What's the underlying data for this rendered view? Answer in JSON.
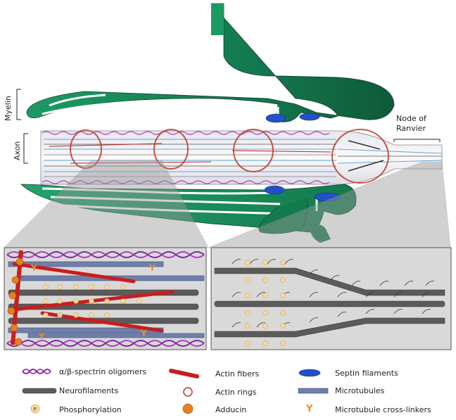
{
  "labels": {
    "myelin": "Myelin",
    "axon": "Axon",
    "node_line1": "Node of",
    "node_line2": "Ranvier"
  },
  "legend": [
    {
      "name": "spectrin",
      "label": "α/β-spectrin oligomers"
    },
    {
      "name": "neurofilament",
      "label": "Neurofilaments"
    },
    {
      "name": "phosphorylation",
      "label": "Phosphorylation"
    },
    {
      "name": "actin-fibers",
      "label": "Actin fibers"
    },
    {
      "name": "actin-rings",
      "label": "Actin rings"
    },
    {
      "name": "adducin",
      "label": "Adducin"
    },
    {
      "name": "septin",
      "label": "Septin filaments"
    },
    {
      "name": "microtubules",
      "label": "Microtubules"
    },
    {
      "name": "crosslinkers",
      "label": "Microtubule cross-linkers"
    }
  ],
  "phospho_symbol": "P",
  "colors": {
    "myelin_green": "#1f9a62",
    "myelin_dark": "#14603f",
    "actin_red": "#c81e1e",
    "ring_red": "#c0392b",
    "spectrin_purple": "#b13fbf",
    "microtubule_blue": "#3b6fd6",
    "neurofilament_grey": "#5b5b5b",
    "adducin_orange": "#e67e22",
    "phospho_bg": "#f6d79c",
    "crosslinker_orange": "#e8922b",
    "inset_bg": "#d9d9d9"
  }
}
